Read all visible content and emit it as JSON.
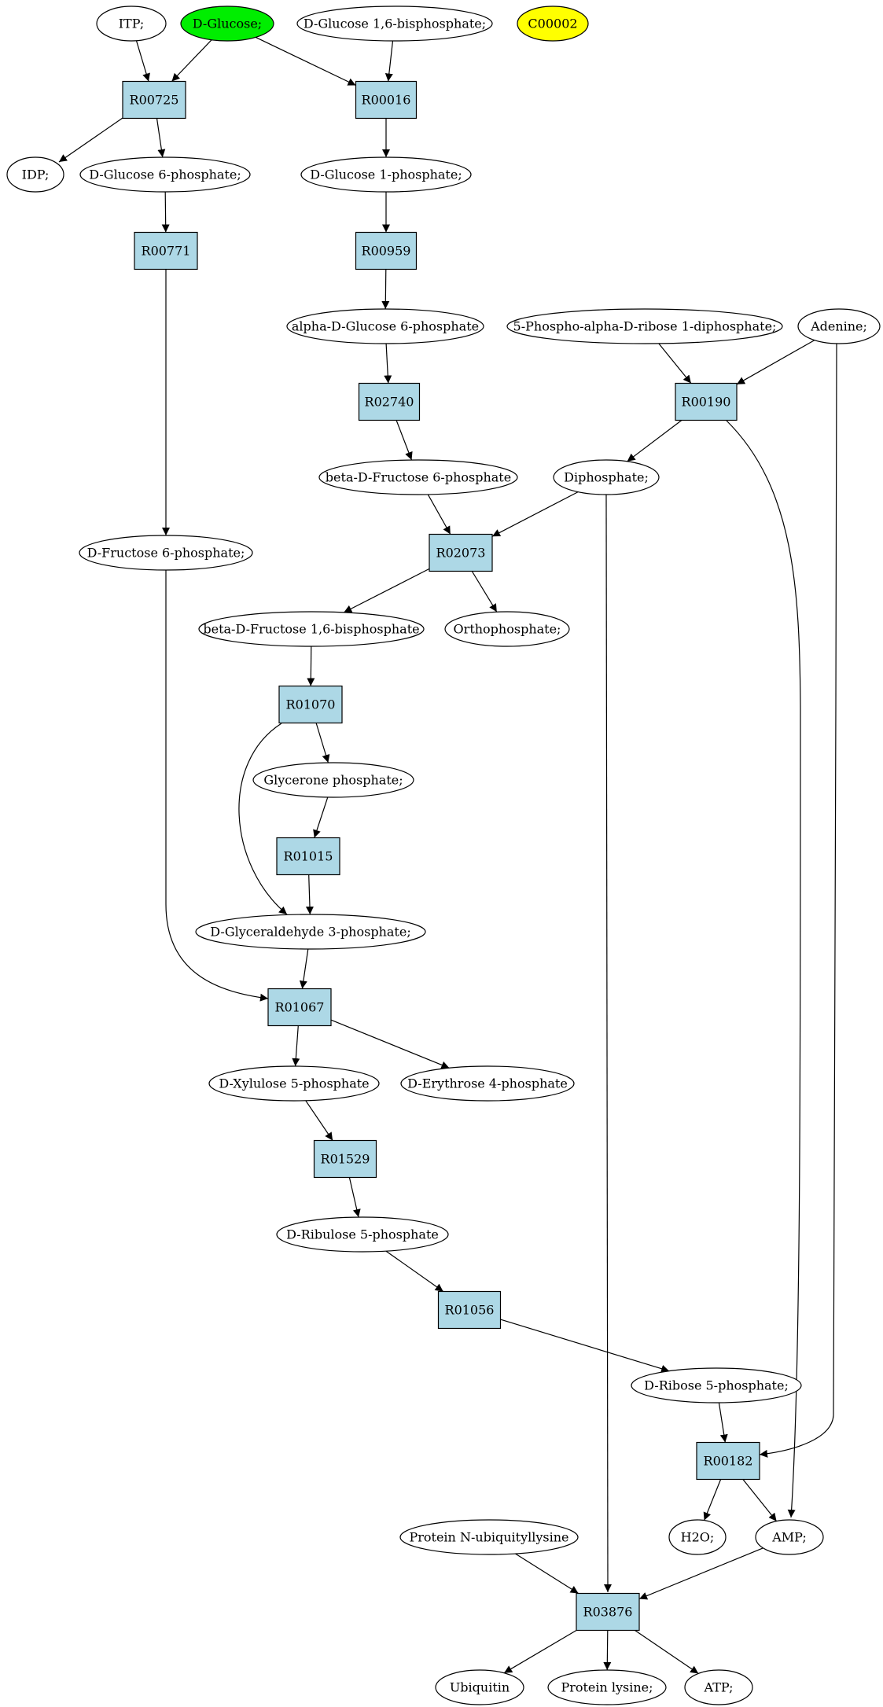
{
  "colors": {
    "reaction_fill": "#add8e6",
    "metabolite_fill": "#ffffff",
    "highlight_green": "#00ee00",
    "highlight_yellow": "#ffff00",
    "edge": "#000000"
  },
  "reactions": [
    "R00725",
    "R00016",
    "R00771",
    "R00959",
    "R02740",
    "R00190",
    "R02073",
    "R01070",
    "R01015",
    "R01067",
    "R01529",
    "R01056",
    "R00182",
    "R03876"
  ],
  "metabolites": [
    {
      "id": "itp",
      "label": "ITP;"
    },
    {
      "id": "d-glucose",
      "label": "D-Glucose;",
      "color": "green"
    },
    {
      "id": "d-glucose-16-bisphosphate",
      "label": "D-Glucose 1,6-bisphosphate;"
    },
    {
      "id": "c00002",
      "label": "C00002",
      "color": "yellow"
    },
    {
      "id": "idp",
      "label": "IDP;"
    },
    {
      "id": "d-glucose-6-phosphate",
      "label": "D-Glucose 6-phosphate;"
    },
    {
      "id": "d-glucose-1-phosphate",
      "label": "D-Glucose 1-phosphate;"
    },
    {
      "id": "alpha-d-glucose-6-phosphate",
      "label": "alpha-D-Glucose 6-phosphate"
    },
    {
      "id": "prpp",
      "label": "5-Phospho-alpha-D-ribose 1-diphosphate;"
    },
    {
      "id": "adenine",
      "label": "Adenine;"
    },
    {
      "id": "beta-d-fructose-6-phosphate",
      "label": "beta-D-Fructose 6-phosphate"
    },
    {
      "id": "diphosphate",
      "label": "Diphosphate;"
    },
    {
      "id": "d-fructose-6-phosphate",
      "label": "D-Fructose 6-phosphate;"
    },
    {
      "id": "beta-d-fructose-16-bisphosphate",
      "label": "beta-D-Fructose 1,6-bisphosphate"
    },
    {
      "id": "orthophosphate",
      "label": "Orthophosphate;"
    },
    {
      "id": "glycerone-phosphate",
      "label": "Glycerone phosphate;"
    },
    {
      "id": "d-glyceraldehyde-3-phosphate",
      "label": "D-Glyceraldehyde 3-phosphate;"
    },
    {
      "id": "d-xylulose-5-phosphate",
      "label": "D-Xylulose 5-phosphate"
    },
    {
      "id": "d-erythrose-4-phosphate",
      "label": "D-Erythrose 4-phosphate"
    },
    {
      "id": "d-ribulose-5-phosphate",
      "label": "D-Ribulose 5-phosphate"
    },
    {
      "id": "d-ribose-5-phosphate",
      "label": "D-Ribose 5-phosphate;"
    },
    {
      "id": "h2o",
      "label": "H2O;"
    },
    {
      "id": "amp",
      "label": "AMP;"
    },
    {
      "id": "protein-n-ubiquityllysine",
      "label": "Protein N-ubiquityllysine"
    },
    {
      "id": "ubiquitin",
      "label": "Ubiquitin"
    },
    {
      "id": "protein-lysine",
      "label": "Protein lysine;"
    },
    {
      "id": "atp",
      "label": "ATP;"
    }
  ],
  "edges": [
    [
      "itp",
      "R00725"
    ],
    [
      "d-glucose",
      "R00725"
    ],
    [
      "d-glucose",
      "R00016"
    ],
    [
      "d-glucose-16-bisphosphate",
      "R00016"
    ],
    [
      "R00725",
      "idp"
    ],
    [
      "R00725",
      "d-glucose-6-phosphate"
    ],
    [
      "R00016",
      "d-glucose-1-phosphate"
    ],
    [
      "d-glucose-6-phosphate",
      "R00771"
    ],
    [
      "d-glucose-1-phosphate",
      "R00959"
    ],
    [
      "R00959",
      "alpha-d-glucose-6-phosphate"
    ],
    [
      "alpha-d-glucose-6-phosphate",
      "R02740"
    ],
    [
      "R02740",
      "beta-d-fructose-6-phosphate"
    ],
    [
      "prpp",
      "R00190"
    ],
    [
      "adenine",
      "R00190"
    ],
    [
      "R00190",
      "diphosphate"
    ],
    [
      "beta-d-fructose-6-phosphate",
      "R02073"
    ],
    [
      "diphosphate",
      "R02073"
    ],
    [
      "R00771",
      "d-fructose-6-phosphate"
    ],
    [
      "R02073",
      "beta-d-fructose-16-bisphosphate"
    ],
    [
      "R02073",
      "orthophosphate"
    ],
    [
      "beta-d-fructose-16-bisphosphate",
      "R01070"
    ],
    [
      "R01070",
      "glycerone-phosphate"
    ],
    [
      "glycerone-phosphate",
      "R01015"
    ],
    [
      "R01070",
      "d-glyceraldehyde-3-phosphate"
    ],
    [
      "R01015",
      "d-glyceraldehyde-3-phosphate"
    ],
    [
      "d-glyceraldehyde-3-phosphate",
      "R01067"
    ],
    [
      "d-fructose-6-phosphate",
      "R01067"
    ],
    [
      "R01067",
      "d-xylulose-5-phosphate"
    ],
    [
      "R01067",
      "d-erythrose-4-phosphate"
    ],
    [
      "d-xylulose-5-phosphate",
      "R01529"
    ],
    [
      "R01529",
      "d-ribulose-5-phosphate"
    ],
    [
      "d-ribulose-5-phosphate",
      "R01056"
    ],
    [
      "R01056",
      "d-ribose-5-phosphate"
    ],
    [
      "d-ribose-5-phosphate",
      "R00182"
    ],
    [
      "adenine",
      "R00182"
    ],
    [
      "R00190",
      "amp"
    ],
    [
      "R00182",
      "h2o"
    ],
    [
      "R00182",
      "amp"
    ],
    [
      "diphosphate",
      "R03876"
    ],
    [
      "protein-n-ubiquityllysine",
      "R03876"
    ],
    [
      "amp",
      "R03876"
    ],
    [
      "R03876",
      "ubiquitin"
    ],
    [
      "R03876",
      "protein-lysine"
    ],
    [
      "R03876",
      "atp"
    ]
  ]
}
